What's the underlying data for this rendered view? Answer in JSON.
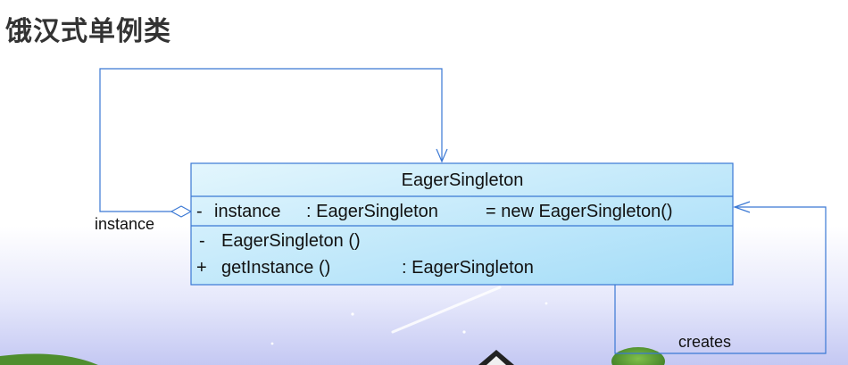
{
  "slide": {
    "title": "饿汉式单例类"
  },
  "uml_class": {
    "name": "EagerSingleton",
    "attributes": [
      {
        "visibility": "-",
        "name": "instance",
        "type": ": EagerSingleton",
        "initial": "= new EagerSingleton()"
      }
    ],
    "operations": [
      {
        "visibility": "-",
        "signature": "EagerSingleton ()",
        "return": ""
      },
      {
        "visibility": "+",
        "signature": "getInstance ()",
        "return": ": EagerSingleton"
      }
    ]
  },
  "relationships": {
    "self_aggregation_label": "instance",
    "dependency_label": "creates"
  },
  "colors": {
    "line": "#3a78d4",
    "class_fill_top": "#dff4fd",
    "class_fill_bottom": "#9fdcf8",
    "sky_top": "#ffffff",
    "sky_bottom": "#c9cdf5"
  }
}
